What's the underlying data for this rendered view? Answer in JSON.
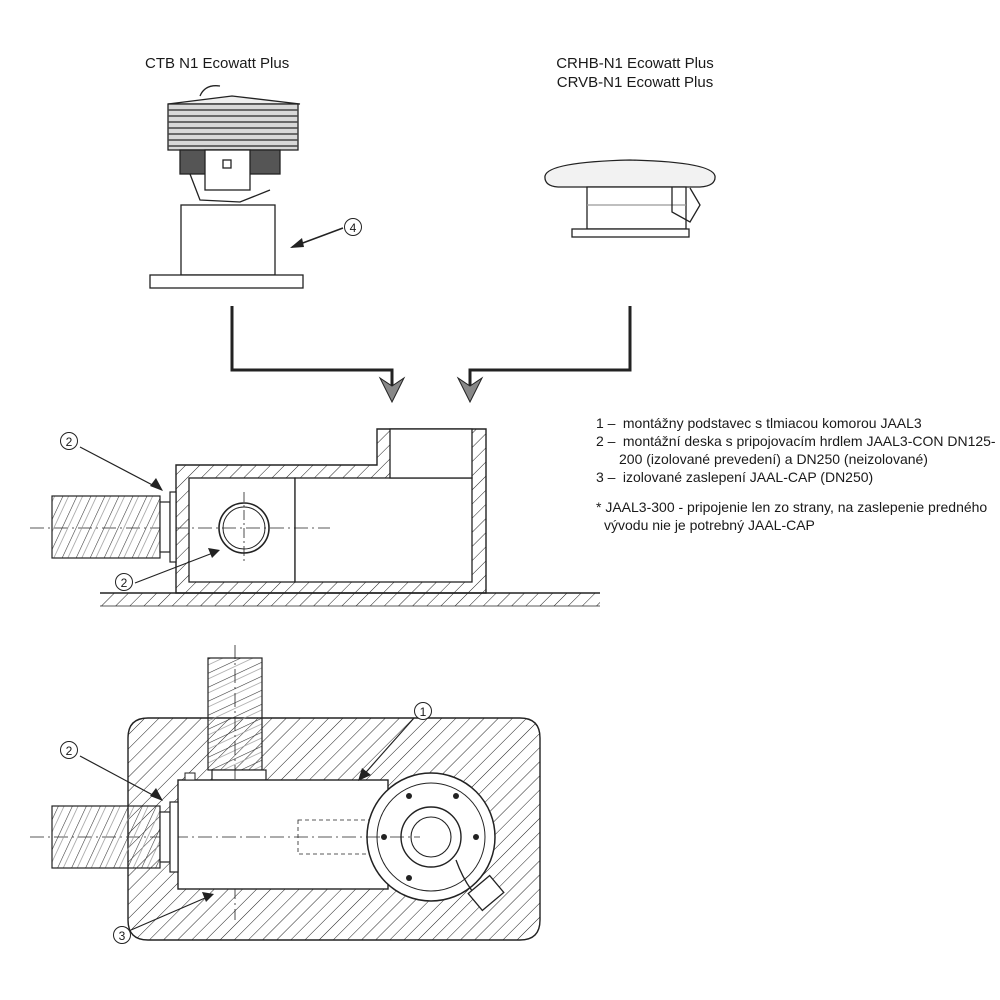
{
  "titles": {
    "ctb": "CTB N1 Ecowatt Plus",
    "crhb_line1": "CRHB-N1 Ecowatt Plus",
    "crvb_line2": "CRVB-N1 Ecowatt Plus"
  },
  "markers": {
    "one": "1",
    "two": "2",
    "three": "3",
    "four": "4"
  },
  "legend": {
    "item1_num": "1 –",
    "item1_text": "montážny podstavec s tlmiacou komorou JAAL3",
    "item2_num": "2 –",
    "item2_text": "montážní deska s pripojovacím hrdlem JAAL3-CON DN125-200 (izolované prevedení) a DN250 (neizolované)",
    "item3_num": "3 –",
    "item3_text": "izolované zaslepení JAAL-CAP (DN250)",
    "note": "* JAAL3-300 - pripojenie len zo strany, na zaslepenie predného vývodu nie je potrebný JAAL-CAP"
  }
}
